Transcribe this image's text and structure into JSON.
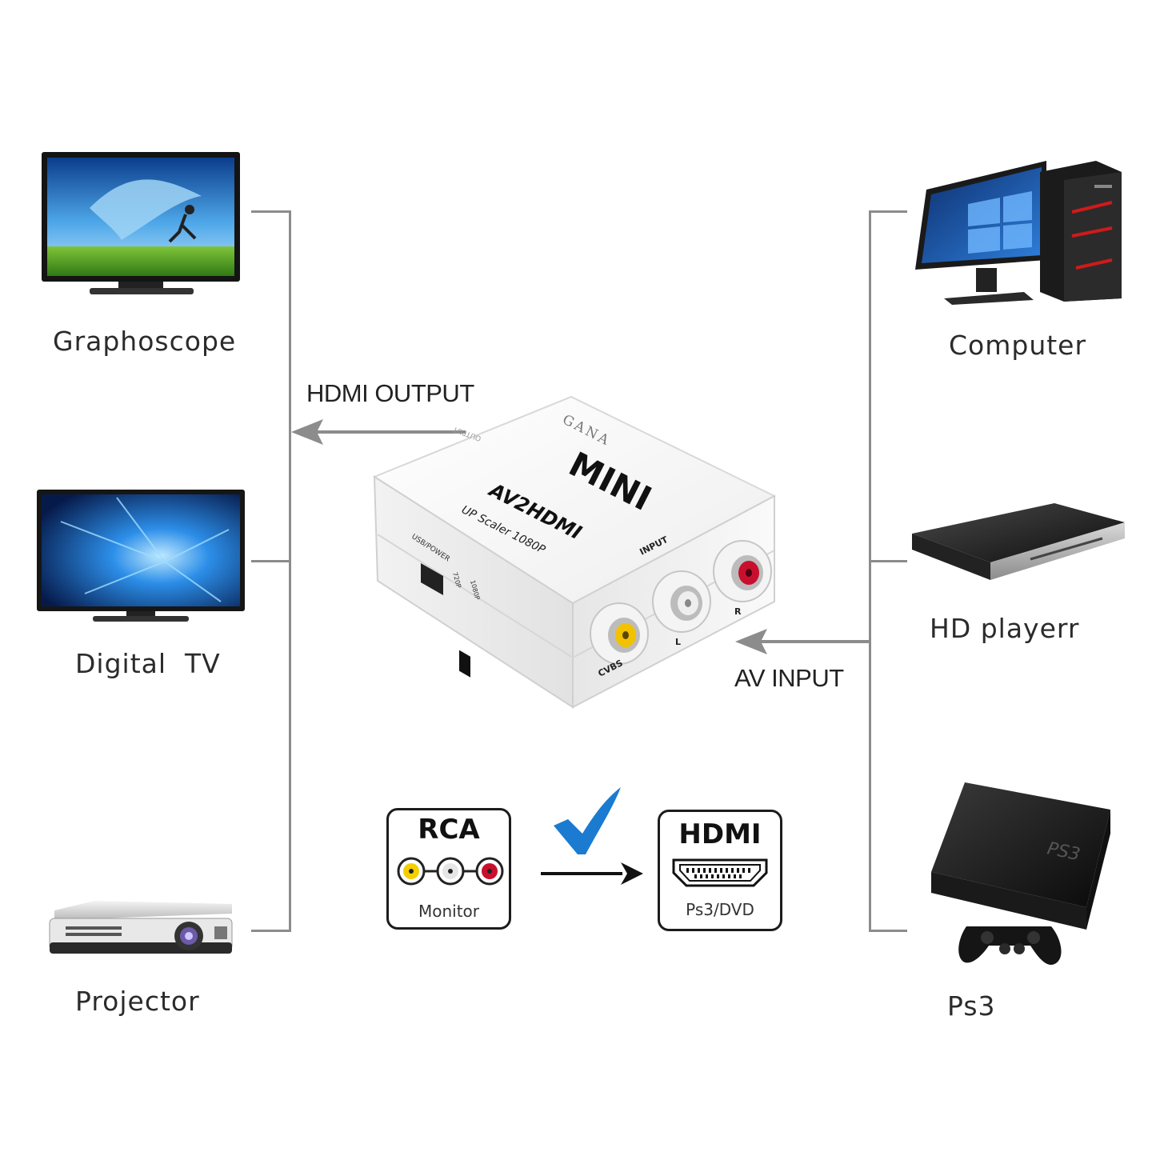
{
  "devices": {
    "left": [
      {
        "name": "Graphoscope"
      },
      {
        "name": "Digital  TV"
      },
      {
        "name": "Projector"
      }
    ],
    "right": [
      {
        "name": "Computer"
      },
      {
        "name": "HD playerr"
      },
      {
        "name": "Ps3"
      }
    ]
  },
  "arrows": {
    "output_label": "HDMI OUTPUT",
    "input_label": "AV INPUT"
  },
  "adapter": {
    "brand": "GANA",
    "model_mini": "MINI",
    "model_name": "AV2HDMI",
    "tagline": "UP Scaler 1080P",
    "port_output": "OUTPUT",
    "port_usb": "USB/POWER",
    "switch_720": "720P",
    "switch_1080": "1080P",
    "port_input": "INPUT",
    "jack_cvbs": "CVBS",
    "jack_l": "L",
    "jack_r": "R"
  },
  "conversion": {
    "rca_title": "RCA",
    "rca_subtitle": "Monitor",
    "hdmi_title": "HDMI",
    "hdmi_subtitle": "Ps3/DVD",
    "check_color": "#1a7bd0"
  },
  "colors": {
    "connector": "#8c8c8c",
    "jack_yellow": "#f2c200",
    "jack_white": "#e8e8e8",
    "jack_red": "#c8102e"
  }
}
